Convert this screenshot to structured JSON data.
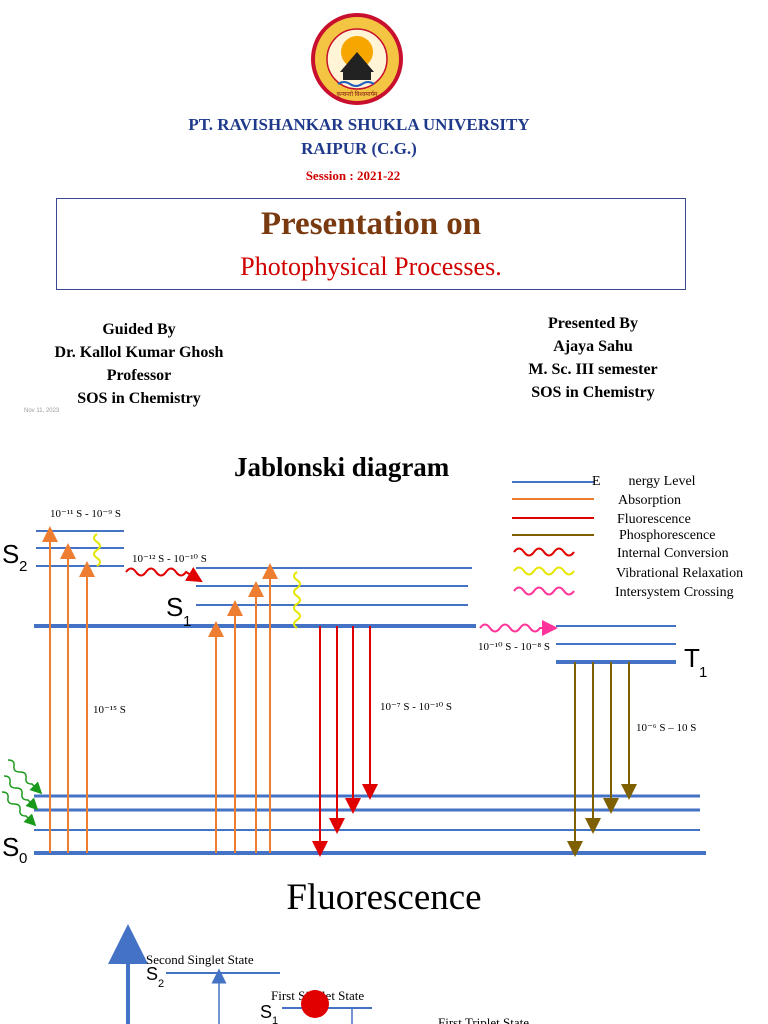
{
  "header": {
    "university": "PT. RAVISHANKAR SHUKLA UNIVERSITY",
    "city": "RAIPUR (C.G.)",
    "session": "Session :  2021-22",
    "logo_motto": "कृन्वन्तो विश्वमार्यम्"
  },
  "title": {
    "main": "Presentation on",
    "sub": "Photophysical Processes."
  },
  "guided": {
    "heading": "Guided By",
    "name": "Dr. Kallol Kumar Ghosh",
    "role": "Professor",
    "dept": "SOS in Chemistry"
  },
  "presented": {
    "heading": "Presented By",
    "name": "Ajaya Sahu",
    "course": "M. Sc. III semester",
    "dept": "SOS in Chemistry"
  },
  "date_stamp": "Nov 11, 2023",
  "jablonski": {
    "title": "Jablonski diagram",
    "states": {
      "s2": "S",
      "s2_sub": "2",
      "s1": "S",
      "s1_sub": "1",
      "t1": "T",
      "t1_sub": "1",
      "s0": "S",
      "s0_sub": "0"
    },
    "legend": [
      {
        "label": "E        nergy Level",
        "color": "#4472c4",
        "style": "line"
      },
      {
        "label": "Absorption",
        "color": "#ed7d31",
        "style": "line"
      },
      {
        "label": "Fluorescence",
        "color": "#e00000",
        "style": "line"
      },
      {
        "label": "Phosphorescence",
        "color": "#7f6000",
        "style": "line"
      },
      {
        "label": "Internal Conversion",
        "color": "#e00000",
        "style": "wave"
      },
      {
        "label": "Vibrational Relaxation",
        "color": "#e6e600",
        "style": "wave"
      },
      {
        "label": "Intersystem Crossing",
        "color": "#ff3399",
        "style": "wave"
      }
    ],
    "timescales": {
      "vr": "10⁻¹¹ S - 10⁻⁹ S",
      "ic": "10⁻¹² S - 10⁻¹⁰ S",
      "abs": "10⁻¹⁵ S",
      "fl": "10⁻⁷ S - 10⁻¹⁰ S",
      "isc": "10⁻¹⁰ S - 10⁻⁸ S",
      "ph": "10⁻⁶ S – 10 S"
    }
  },
  "fluorescence": {
    "title": "Fluorescence",
    "second_singlet": "Second Singlet State",
    "s2": "S",
    "s2_sub": "2",
    "first_singlet": "First Singlet State",
    "s1": "S",
    "s1_sub": "1",
    "first_triplet": "First Triplet State"
  }
}
